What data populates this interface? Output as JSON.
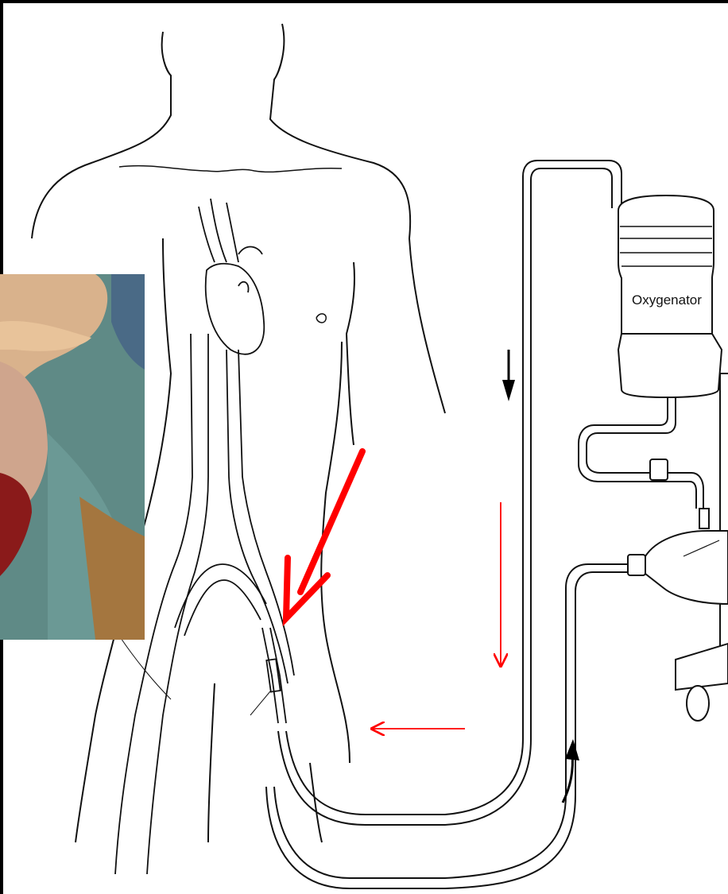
{
  "labels": {
    "oxygenator": "Oxygenator"
  },
  "colors": {
    "background_border": "#000000",
    "paper": "#ffffff",
    "line_art": "#111111",
    "annotation_red": "#ff0000",
    "flow_arrow_dark": "#000000"
  },
  "annotations": {
    "insertion_arrow": "bold-red-arrow",
    "flow_arrows_red": [
      "down-arrow",
      "left-arrow"
    ],
    "flow_arrows_black": [
      "down-arrow",
      "up-curved-arrow"
    ]
  },
  "inset_photo": {
    "subject": "clinical-photo-groin-cannulation"
  }
}
